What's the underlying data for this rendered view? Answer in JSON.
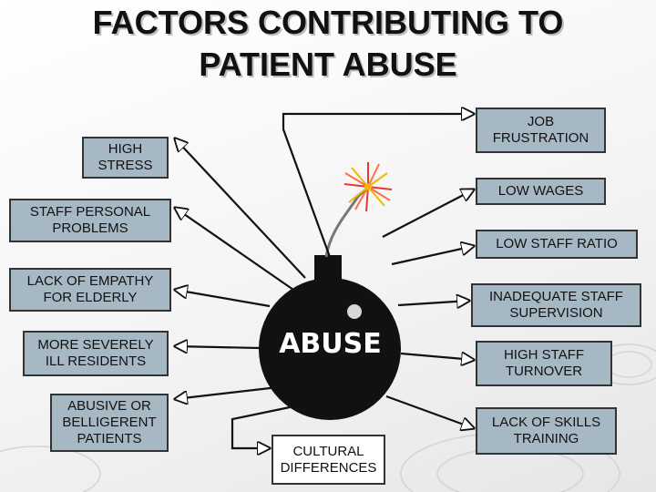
{
  "title": {
    "line1": "FACTORS CONTRIBUTING TO",
    "line2": "PATIENT ABUSE"
  },
  "center_label": "ABUSE",
  "factors": {
    "high_stress": [
      "HIGH",
      "STRESS"
    ],
    "staff_personal_problems": [
      "STAFF PERSONAL",
      "PROBLEMS"
    ],
    "lack_of_empathy": [
      "LACK OF EMPATHY",
      "FOR ELDERLY"
    ],
    "more_severely_ill": [
      "MORE SEVERELY",
      "ILL RESIDENTS"
    ],
    "abusive_patients": [
      "ABUSIVE OR",
      "BELLIGERENT",
      "PATIENTS"
    ],
    "cultural_differences": [
      "CULTURAL",
      "DIFFERENCES"
    ],
    "job_frustration": [
      "JOB",
      "FRUSTRATION"
    ],
    "low_wages": [
      "LOW WAGES"
    ],
    "low_staff_ratio": [
      "LOW STAFF RATIO"
    ],
    "inadequate_supervision": [
      "INADEQUATE STAFF",
      "SUPERVISION"
    ],
    "high_staff_turnover": [
      "HIGH STAFF",
      "TURNOVER"
    ],
    "lack_of_skills_training": [
      "LACK OF SKILLS",
      "TRAINING"
    ]
  },
  "colors": {
    "box_fill": "#a7b8c5",
    "bomb": "#111111",
    "fuse_spark": "#f2b705"
  }
}
